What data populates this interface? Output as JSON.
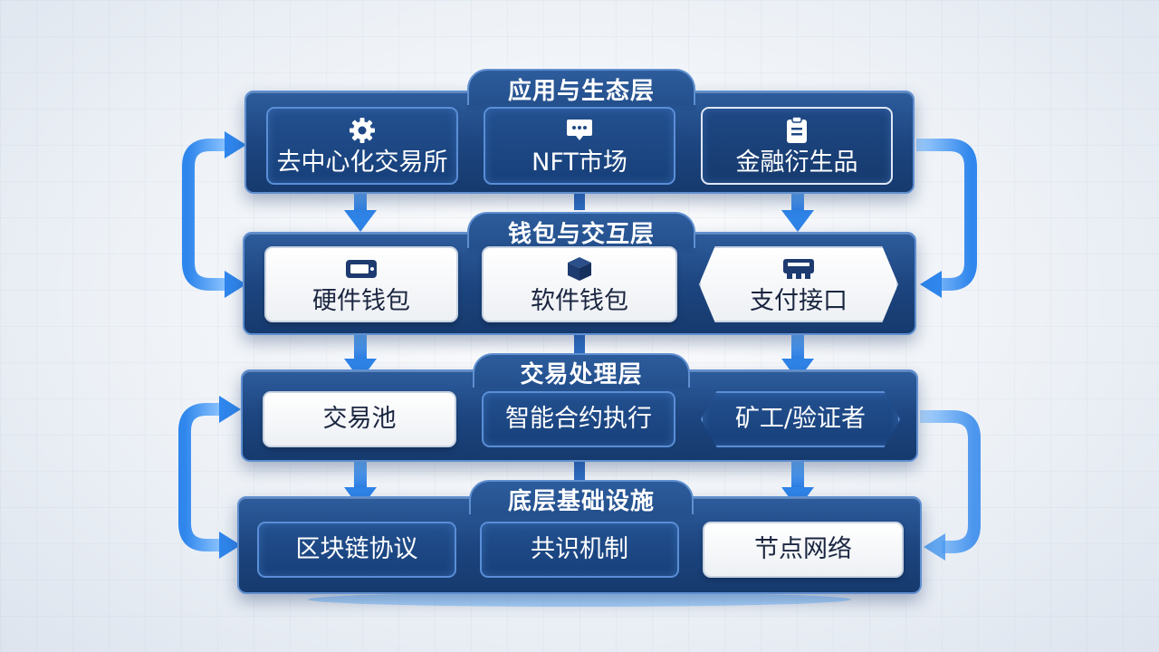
{
  "layers": [
    {
      "title": "应用与生态层",
      "cards": [
        {
          "label": "去中心化交易所",
          "icon": "gear-icon"
        },
        {
          "label": "NFT市场",
          "icon": "monitor-chat-icon"
        },
        {
          "label": "金融衍生品",
          "icon": "clipboard-icon"
        }
      ]
    },
    {
      "title": "钱包与交互层",
      "cards": [
        {
          "label": "硬件钱包",
          "icon": "hardware-device-icon"
        },
        {
          "label": "软件钱包",
          "icon": "cube-icon"
        },
        {
          "label": "支付接口",
          "icon": "payment-terminal-icon"
        }
      ]
    },
    {
      "title": "交易处理层",
      "cards": [
        {
          "label": "交易池"
        },
        {
          "label": "智能合约执行"
        },
        {
          "label": "矿工/验证者"
        }
      ]
    },
    {
      "title": "底层基础设施",
      "cards": [
        {
          "label": "区块链协议"
        },
        {
          "label": "共识机制"
        },
        {
          "label": "节点网络"
        }
      ]
    }
  ],
  "colors": {
    "panel": "#1c447e",
    "panel_border": "#5f8fd0",
    "arrow": "#3d8fe8",
    "card_light": "#ffffff",
    "title_text": "#ffffff"
  }
}
